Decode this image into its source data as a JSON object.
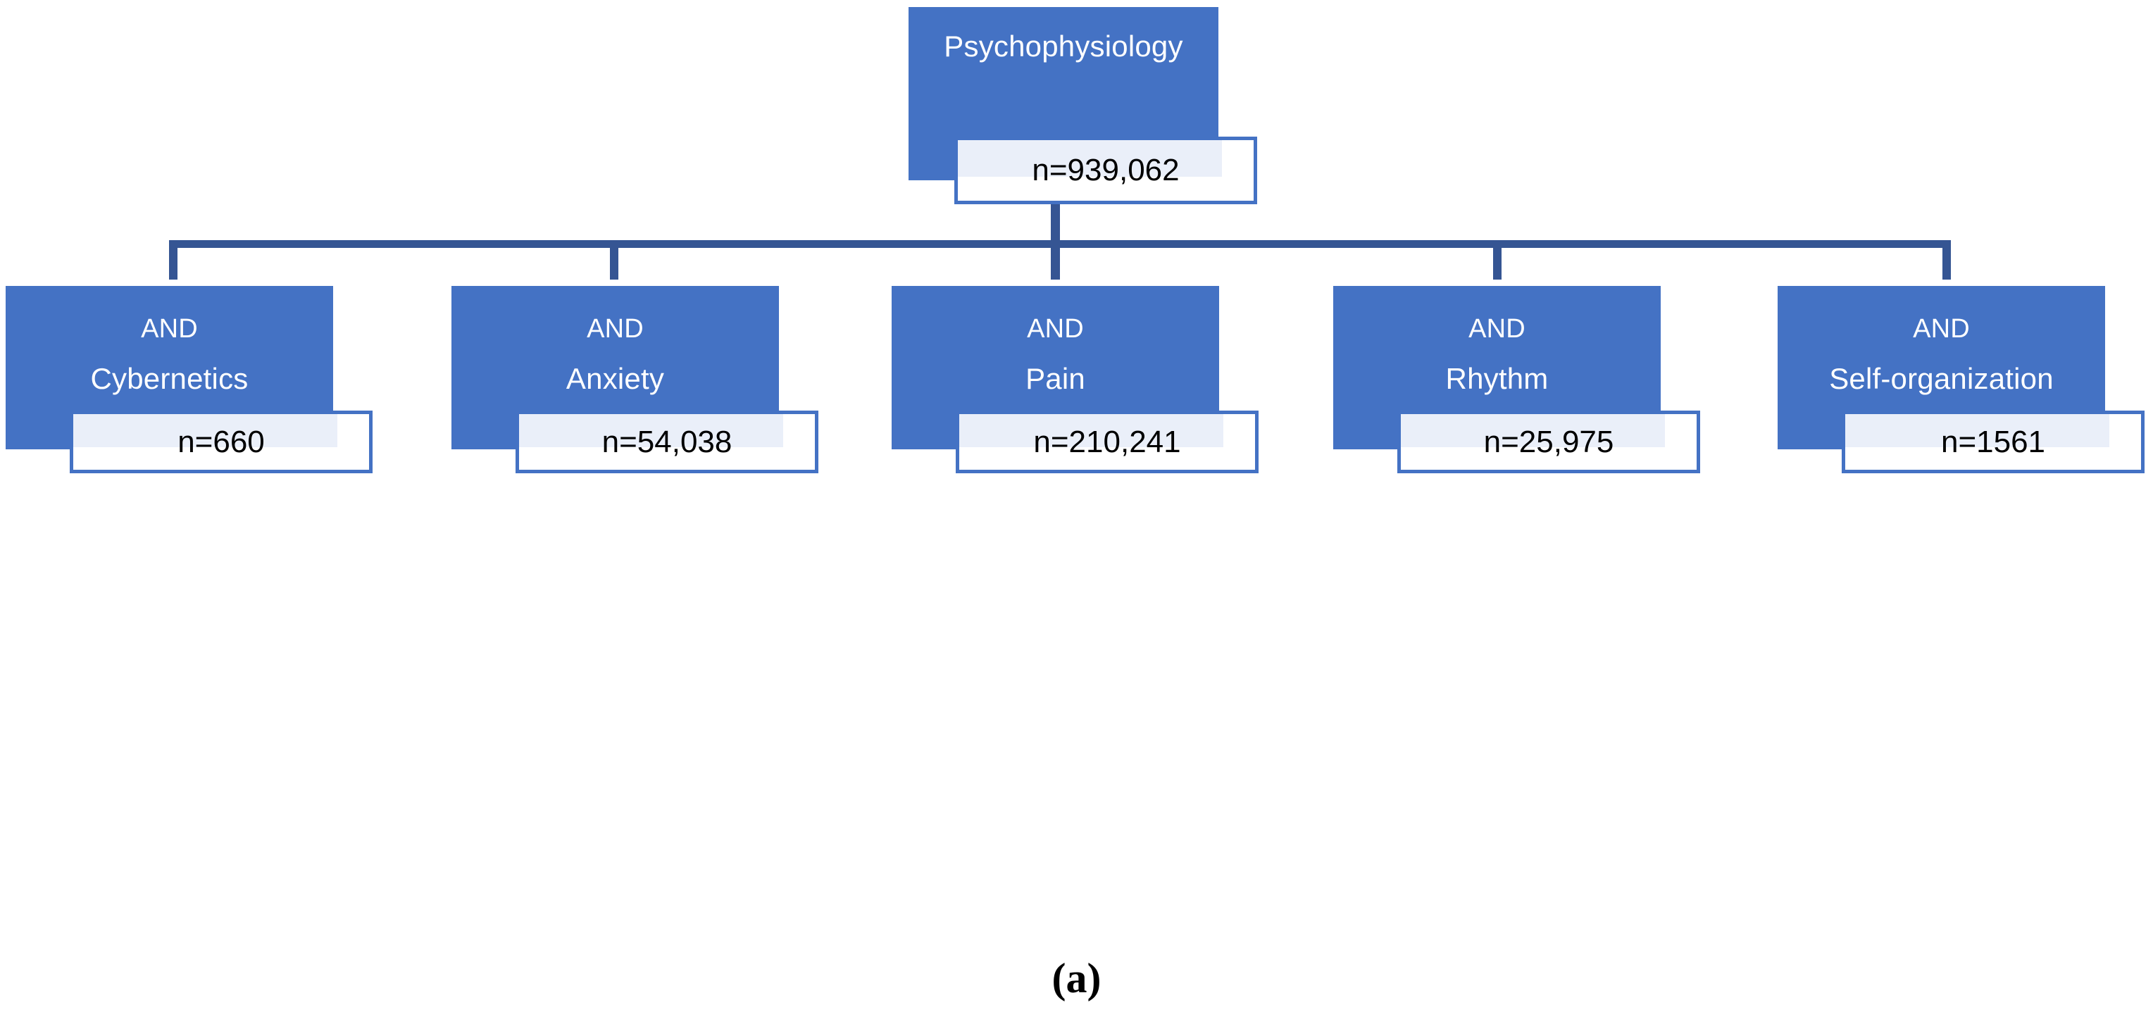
{
  "figure": {
    "caption": "(a)",
    "colors": {
      "node_fill": "#4472C4",
      "connector": "#355593",
      "value_border": "#4472C4",
      "value_band": "#EAEFF9",
      "node_text": "#FFFFFF",
      "value_text": "#000000",
      "background": "#FFFFFF"
    }
  },
  "root": {
    "label": "Psychophysiology",
    "count": "n=939,062"
  },
  "children": [
    {
      "operator": "AND",
      "term": "Cybernetics",
      "count": "n=660"
    },
    {
      "operator": "AND",
      "term": "Anxiety",
      "count": "n=54,038"
    },
    {
      "operator": "AND",
      "term": "Pain",
      "count": "n=210,241"
    },
    {
      "operator": "AND",
      "term": "Rhythm",
      "count": "n=25,975"
    },
    {
      "operator": "AND",
      "term": "Self-organization",
      "count": "n=1561"
    }
  ]
}
